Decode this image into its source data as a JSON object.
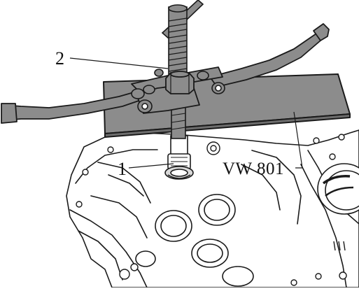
{
  "callouts": {
    "label_2": "2",
    "label_1": "1",
    "label_tool": "VW 801"
  },
  "colors": {
    "line": "#1a1a1a",
    "tool_fill": "#8c8c8c",
    "tool_dark": "#6e6e6e",
    "housing_fill": "#ffffff",
    "background": "#ffffff"
  }
}
